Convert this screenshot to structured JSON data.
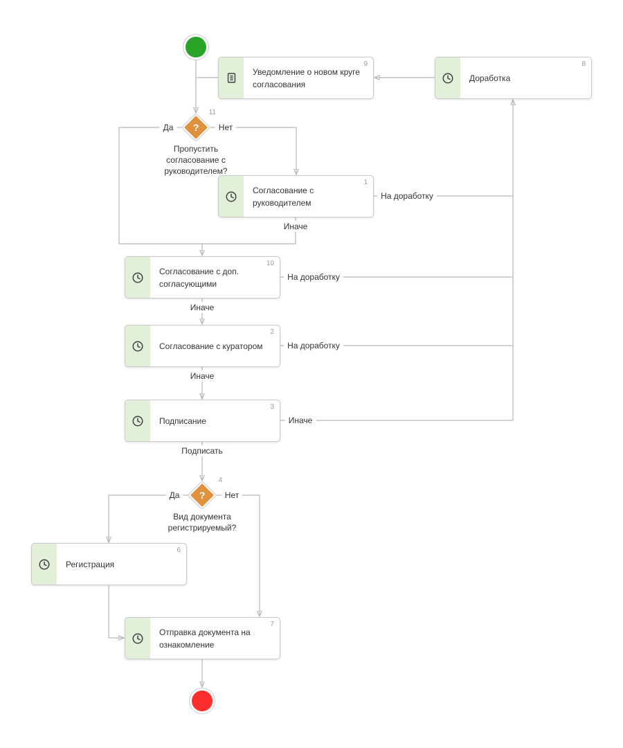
{
  "diagram": {
    "tasks": {
      "notify": {
        "number": "9",
        "title": "Уведомление о новом круге согласования",
        "icon": "document-icon"
      },
      "rework": {
        "number": "8",
        "title": "Доработка",
        "icon": "clock-icon"
      },
      "manager": {
        "number": "1",
        "title": "Согласование с руководителем",
        "icon": "clock-icon"
      },
      "additional": {
        "number": "10",
        "title": "Согласование с доп. согласующими",
        "icon": "clock-icon"
      },
      "curator": {
        "number": "2",
        "title": "Согласование с куратором",
        "icon": "clock-icon"
      },
      "signing": {
        "number": "3",
        "title": "Подписание",
        "icon": "clock-icon"
      },
      "registration": {
        "number": "6",
        "title": "Регистрация",
        "icon": "clock-icon"
      },
      "send_review": {
        "number": "7",
        "title": "Отправка документа на ознакомление",
        "icon": "clock-icon"
      }
    },
    "decisions": {
      "skip_manager": {
        "number": "11",
        "question": "Пропустить согласование с руководителем?",
        "yes": "Да",
        "no": "Нет",
        "mark": "?"
      },
      "doc_registrable": {
        "number": "4",
        "question": "Вид документа регистрируемый?",
        "yes": "Да",
        "no": "Нет",
        "mark": "?"
      }
    },
    "edge_labels": {
      "manager_rework": "На доработку",
      "manager_otherwise": "Иначе",
      "additional_rework": "На доработку",
      "additional_otherwise": "Иначе",
      "curator_rework": "На доработку",
      "curator_otherwise": "Иначе",
      "signing_otherwise": "Иначе",
      "signing_sign": "Подписать"
    },
    "colors": {
      "start_event": "#28a428",
      "end_event": "#fb2d2d",
      "decision": "#e0913e",
      "task_strip": "#e2f0d9",
      "connector": "#b8b8b8"
    }
  }
}
